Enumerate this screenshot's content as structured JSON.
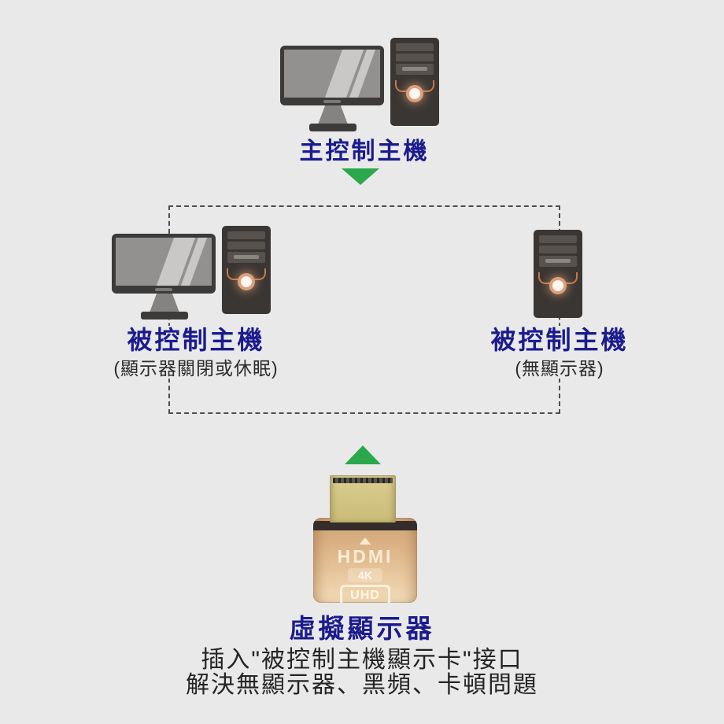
{
  "colors": {
    "background": "#e9e9e9",
    "label_navy": "#1b1b8e",
    "arrow_green": "#2aa84b",
    "dash_gray": "#4e4e4e",
    "tower_accent_orange": "#c9774f",
    "plug_gold": "#ddb48c",
    "connector_brass": "#cfc184"
  },
  "top_host": {
    "label": "主控制主機"
  },
  "controlled_hosts": {
    "left": {
      "label": "被控制主機",
      "sublabel": "(顯示器關閉或休眠)"
    },
    "right": {
      "label": "被控制主機",
      "sublabel": "(無顯示器)"
    }
  },
  "adapter": {
    "label": "虛擬顯示器",
    "connector_logo": "HDMI",
    "badge_resolution": "4K",
    "badge_uhd": "UHD"
  },
  "captions": {
    "line1": "插入\"被控制主機顯示卡\"接口",
    "line2": "解決無顯示器、黑頻、卡頓問題"
  }
}
